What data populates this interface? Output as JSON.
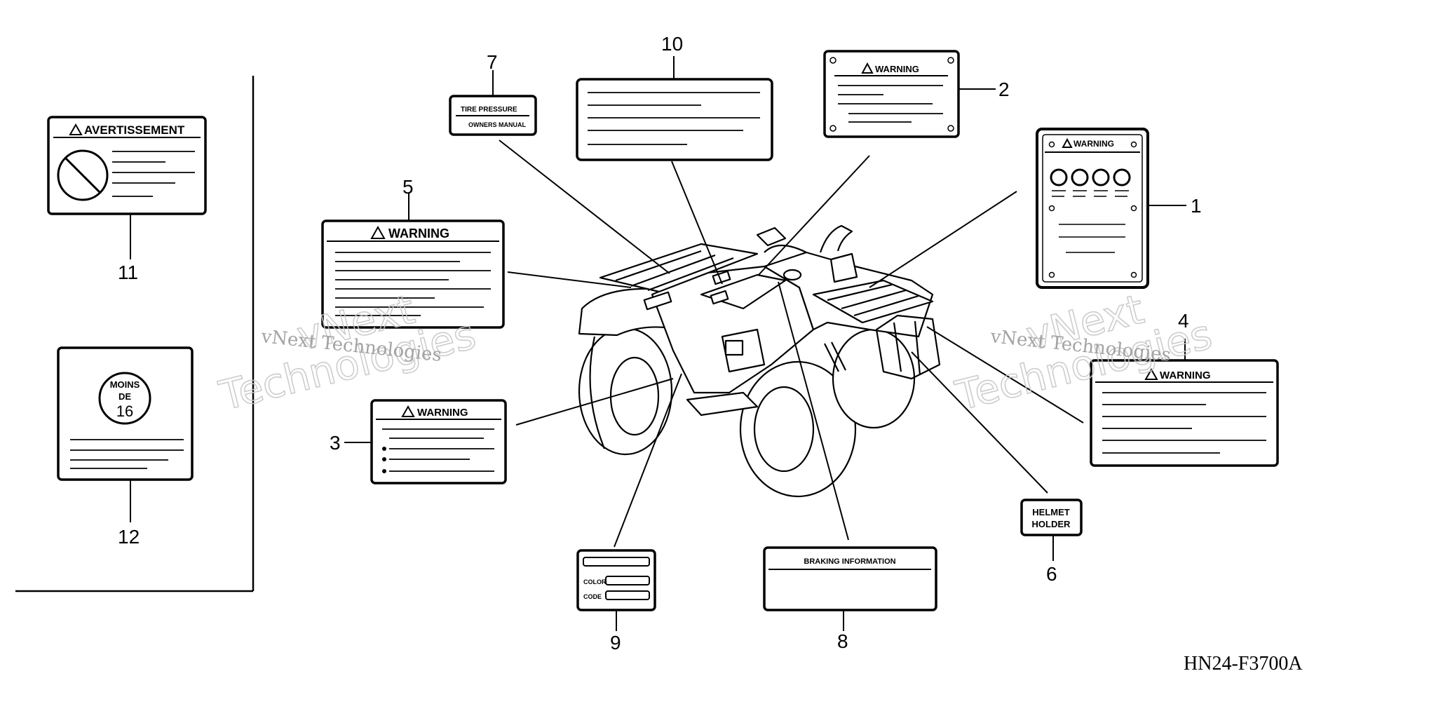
{
  "diagram_code": "HN24-F3700A",
  "watermark": {
    "line1": "vNext",
    "line2": "Technologies",
    "caption": "vNext Technologies"
  },
  "callouts": [
    "1",
    "2",
    "3",
    "4",
    "5",
    "6",
    "7",
    "8",
    "9",
    "10",
    "11",
    "12"
  ],
  "labels": {
    "warning": "WARNING",
    "avertissement": "AVERTISSEMENT",
    "moins": "MOINS",
    "de": "DE",
    "age": "16",
    "tire_pressure": "TIRE PRESSURE",
    "owners_manual": "OWNERS MANUAL",
    "helmet": "HELMET",
    "holder": "HOLDER",
    "braking_information": "BRAKING INFORMATION",
    "color": "COLOR",
    "code": "CODE"
  }
}
